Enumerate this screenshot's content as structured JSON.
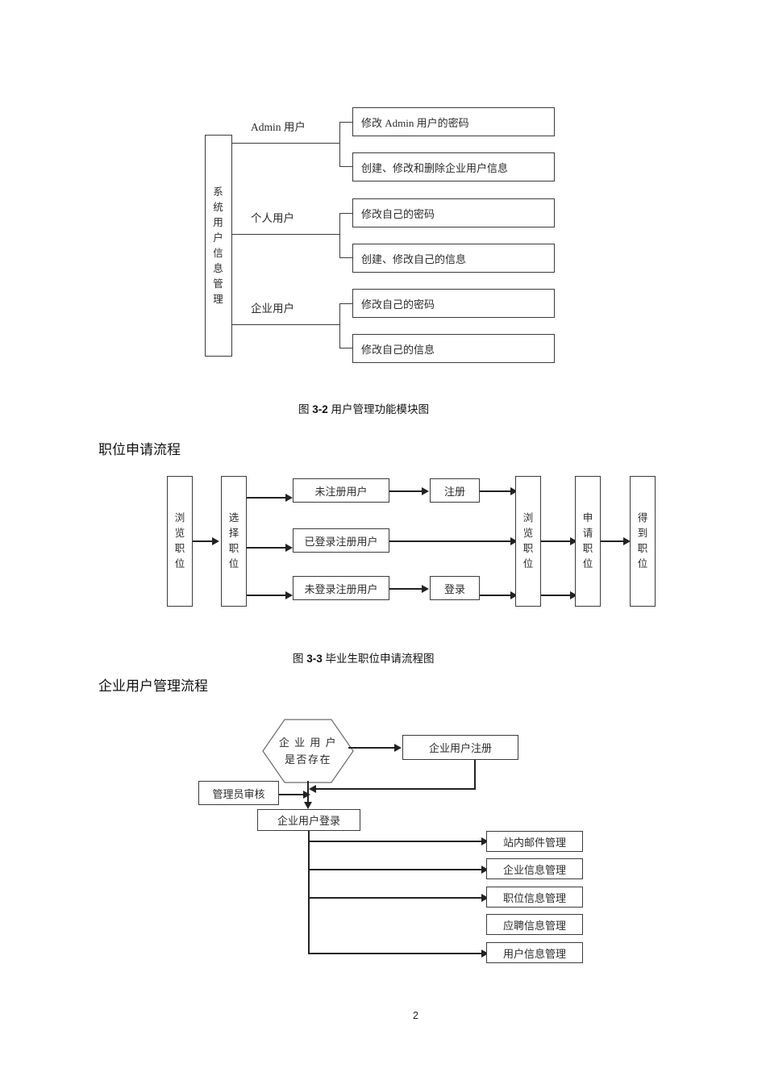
{
  "page": {
    "page_number": "2"
  },
  "figure1": {
    "root_label": [
      "系",
      "统",
      "用",
      "户",
      "信",
      "息",
      "管",
      "理"
    ],
    "branches": [
      {
        "label": "Admin 用户",
        "items": [
          "修改 Admin 用户的密码",
          "创建、修改和删除企业用户信息"
        ]
      },
      {
        "label": "个人用户",
        "items": [
          "修改自己的密码",
          "创建、修改自己的信息"
        ]
      },
      {
        "label": "企业用户",
        "items": [
          "修改自己的密码",
          "修改自己的信息"
        ]
      }
    ],
    "caption_prefix": "图 ",
    "caption_number": "3-2",
    "caption_text": " 用户管理功能模块图"
  },
  "section2": {
    "heading": "职位申请流程",
    "nodes": {
      "browse_jobs": [
        "浏",
        "览",
        "职",
        "位"
      ],
      "select_job": [
        "选",
        "择",
        "职",
        "位"
      ],
      "unregistered_user": "未注册用户",
      "logged_in_registered_user": "已登录注册用户",
      "not_logged_in_registered_user": "未登录注册用户",
      "register": "注册",
      "login": "登录",
      "browse_jobs2": [
        "浏",
        "览",
        "职",
        "位"
      ],
      "apply_job": [
        "申",
        "请",
        "职",
        "位"
      ],
      "get_job": [
        "得",
        "到",
        "职",
        "位"
      ]
    },
    "caption_prefix": "图 ",
    "caption_number": "3-3",
    "caption_text": " 毕业生职位申请流程图"
  },
  "section3": {
    "heading": "企业用户管理流程",
    "decision": [
      "企 业 用 户",
      "是否存在"
    ],
    "register_box": "企业用户注册",
    "admin_review_box": "管理员审核",
    "login_box": "企业用户登录",
    "management_items": [
      "站内邮件管理",
      "企业信息管理",
      "职位信息管理",
      "应聘信息管理",
      "用户信息管理"
    ]
  },
  "colors": {
    "line": "#3b3b3b",
    "arrow": "#222222",
    "text": "#2b2b2b",
    "background": "#ffffff"
  }
}
